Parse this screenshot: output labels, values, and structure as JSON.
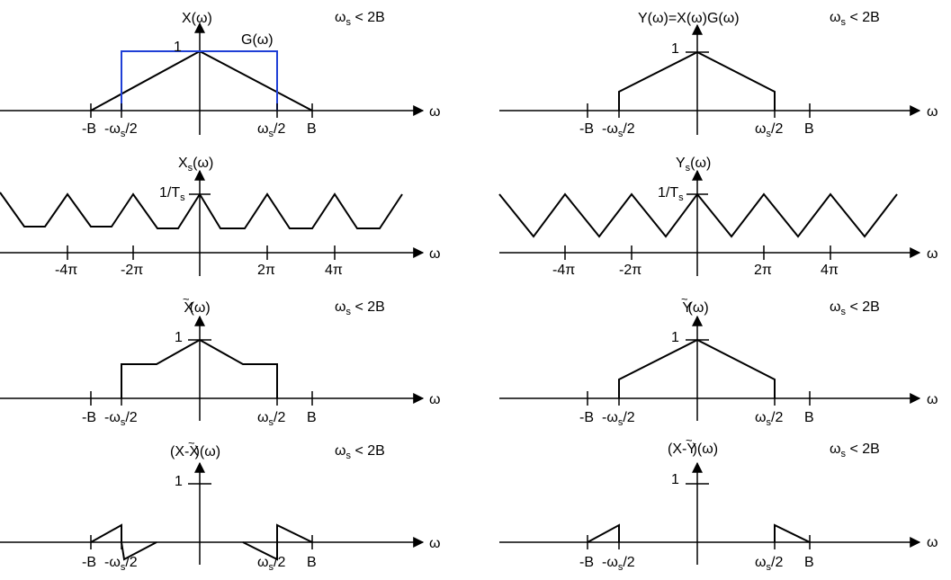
{
  "panels": [
    {
      "id": "X",
      "title_main": "X(ω)",
      "title_tilde": "",
      "title_sub": "",
      "condition_main": "ω",
      "condition_sub": "s",
      "condition_rest": " < 2B",
      "omega": "ω",
      "peak_label": "1",
      "filter_label": "G(ω)",
      "tick_labels": [
        {
          "main": "-B",
          "sub": "",
          "rest": ""
        },
        {
          "main": "-ω",
          "sub": "s",
          "rest": "/2"
        },
        {
          "main": "ω",
          "sub": "s",
          "rest": "/2"
        },
        {
          "main": "B",
          "sub": "",
          "rest": ""
        }
      ]
    },
    {
      "id": "Y",
      "title_main": "Y(ω)=X(ω)G(ω)",
      "title_tilde": "",
      "title_sub": "",
      "condition_main": "ω",
      "condition_sub": "s",
      "condition_rest": " < 2B",
      "omega": "ω",
      "peak_label": "1",
      "tick_labels": [
        {
          "main": "-B",
          "sub": "",
          "rest": ""
        },
        {
          "main": "-ω",
          "sub": "s",
          "rest": "/2"
        },
        {
          "main": "ω",
          "sub": "s",
          "rest": "/2"
        },
        {
          "main": "B",
          "sub": "",
          "rest": ""
        }
      ]
    },
    {
      "id": "Xs",
      "title_main": "X",
      "title_sub": "s",
      "title_rest": "(ω)",
      "omega": "ω",
      "peak_main": "1/T",
      "peak_sub": "s",
      "tick_labels": [
        "-4π",
        "-2π",
        "2π",
        "4π"
      ]
    },
    {
      "id": "Ys",
      "title_main": "Y",
      "title_sub": "s",
      "title_rest": "(ω)",
      "omega": "ω",
      "peak_main": "1/T",
      "peak_sub": "s",
      "tick_labels": [
        "-4π",
        "-2π",
        "2π",
        "4π"
      ]
    },
    {
      "id": "Xt",
      "title_main": "X",
      "title_tilde": "~",
      "title_rest": "(ω)",
      "condition_main": "ω",
      "condition_sub": "s",
      "condition_rest": " < 2B",
      "omega": "ω",
      "peak_label": "1",
      "tick_labels": [
        {
          "main": "-B",
          "sub": "",
          "rest": ""
        },
        {
          "main": "-ω",
          "sub": "s",
          "rest": "/2"
        },
        {
          "main": "ω",
          "sub": "s",
          "rest": "/2"
        },
        {
          "main": "B",
          "sub": "",
          "rest": ""
        }
      ]
    },
    {
      "id": "Yt",
      "title_main": "Y",
      "title_tilde": "~",
      "title_rest": "(ω)",
      "condition_main": "ω",
      "condition_sub": "s",
      "condition_rest": " < 2B",
      "omega": "ω",
      "peak_label": "1",
      "tick_labels": [
        {
          "main": "-B",
          "sub": "",
          "rest": ""
        },
        {
          "main": "-ω",
          "sub": "s",
          "rest": "/2"
        },
        {
          "main": "ω",
          "sub": "s",
          "rest": "/2"
        },
        {
          "main": "B",
          "sub": "",
          "rest": ""
        }
      ]
    },
    {
      "id": "XmXt",
      "title_pre": "(X-",
      "title_main": "X",
      "title_tilde": "~",
      "title_rest": ")(ω)",
      "condition_main": "ω",
      "condition_sub": "s",
      "condition_rest": " < 2B",
      "omega": "ω",
      "peak_label": "1",
      "tick_labels": [
        {
          "main": "-B",
          "sub": "",
          "rest": ""
        },
        {
          "main": "-ω",
          "sub": "s",
          "rest": "/2"
        },
        {
          "main": "ω",
          "sub": "s",
          "rest": "/2"
        },
        {
          "main": "B",
          "sub": "",
          "rest": ""
        }
      ]
    },
    {
      "id": "XmYt",
      "title_pre": "(X-",
      "title_main": "Y",
      "title_tilde": "~",
      "title_rest": ")(ω)",
      "condition_main": "ω",
      "condition_sub": "s",
      "condition_rest": " < 2B",
      "omega": "ω",
      "peak_label": "1",
      "tick_labels": [
        {
          "main": "-B",
          "sub": "",
          "rest": ""
        },
        {
          "main": "-ω",
          "sub": "s",
          "rest": "/2"
        },
        {
          "main": "ω",
          "sub": "s",
          "rest": "/2"
        },
        {
          "main": "B",
          "sub": "",
          "rest": ""
        }
      ]
    }
  ],
  "colors": {
    "axis": "#000000",
    "filter": "#1f3fd6"
  }
}
